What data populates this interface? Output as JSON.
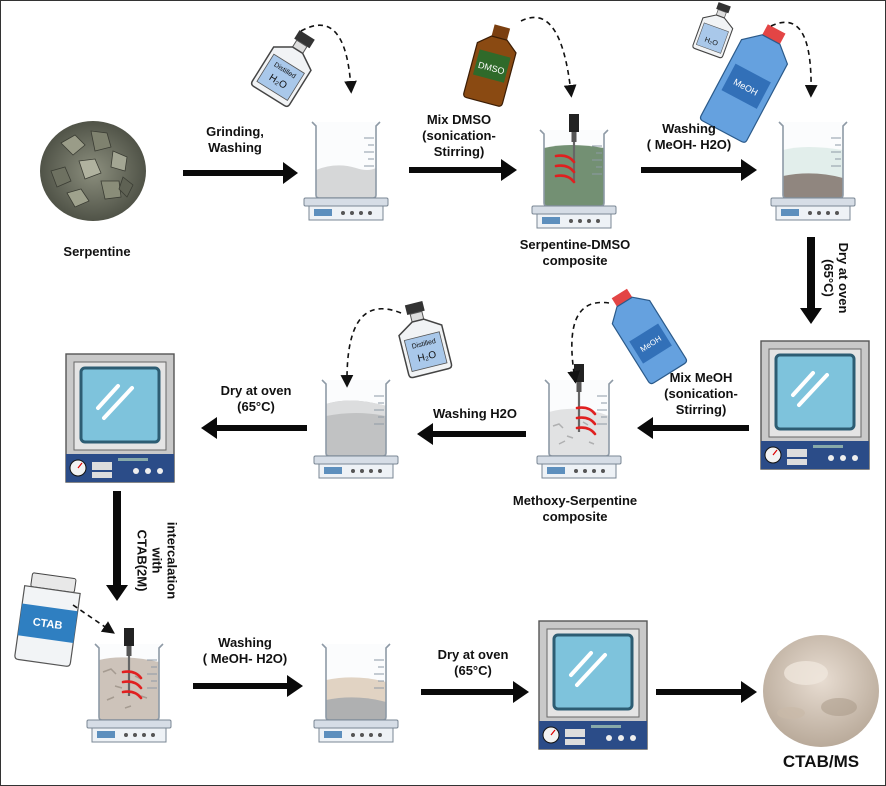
{
  "steps": {
    "grinding": [
      "Grinding,",
      "Washing"
    ],
    "mix_dmso": [
      "Mix DMSO",
      "(sonication-",
      "Stirring)"
    ],
    "washing_1": [
      "Washing",
      "( MeOH- H2O)"
    ],
    "dry_1": [
      "Dry at oven",
      "(65°C)"
    ],
    "mix_meoh": [
      "Mix MeOH",
      "(sonication-",
      "Stirring)"
    ],
    "washing_h2o": "Washing H2O",
    "dry_2": [
      "Dry at oven",
      "(65°C)"
    ],
    "intercalation": [
      "intercalation",
      "with",
      "CTAB(2M)"
    ],
    "washing_2": [
      "Washing",
      "( MeOH- H2O)"
    ],
    "dry_3": [
      "Dry at oven",
      "(65°C)"
    ]
  },
  "captions": {
    "serpentine": "Serpentine",
    "serpentine_dmso": [
      "Serpentine-DMSO",
      "composite"
    ],
    "methoxy": [
      "Methoxy-Serpentine",
      "composite"
    ],
    "final_product": "CTAB/MS"
  },
  "bottle_labels": {
    "distilled": "Distilled",
    "water": "H₂O",
    "dmso": "DMSO",
    "meoh": "MeOH",
    "ctab": "CTAB"
  },
  "colors": {
    "arrow": "#0a0a0a",
    "dmso_bottle": "#8a4a12",
    "dmso_label": "#2f6a2a",
    "meoh_bottle": "#4a90d9",
    "meoh_cap": "#e34545",
    "ctab_jar": "#2f7fc1",
    "heat_lines": "#e02020",
    "oven_body": "#c8c8c8",
    "oven_window": "#7ec3dc"
  }
}
